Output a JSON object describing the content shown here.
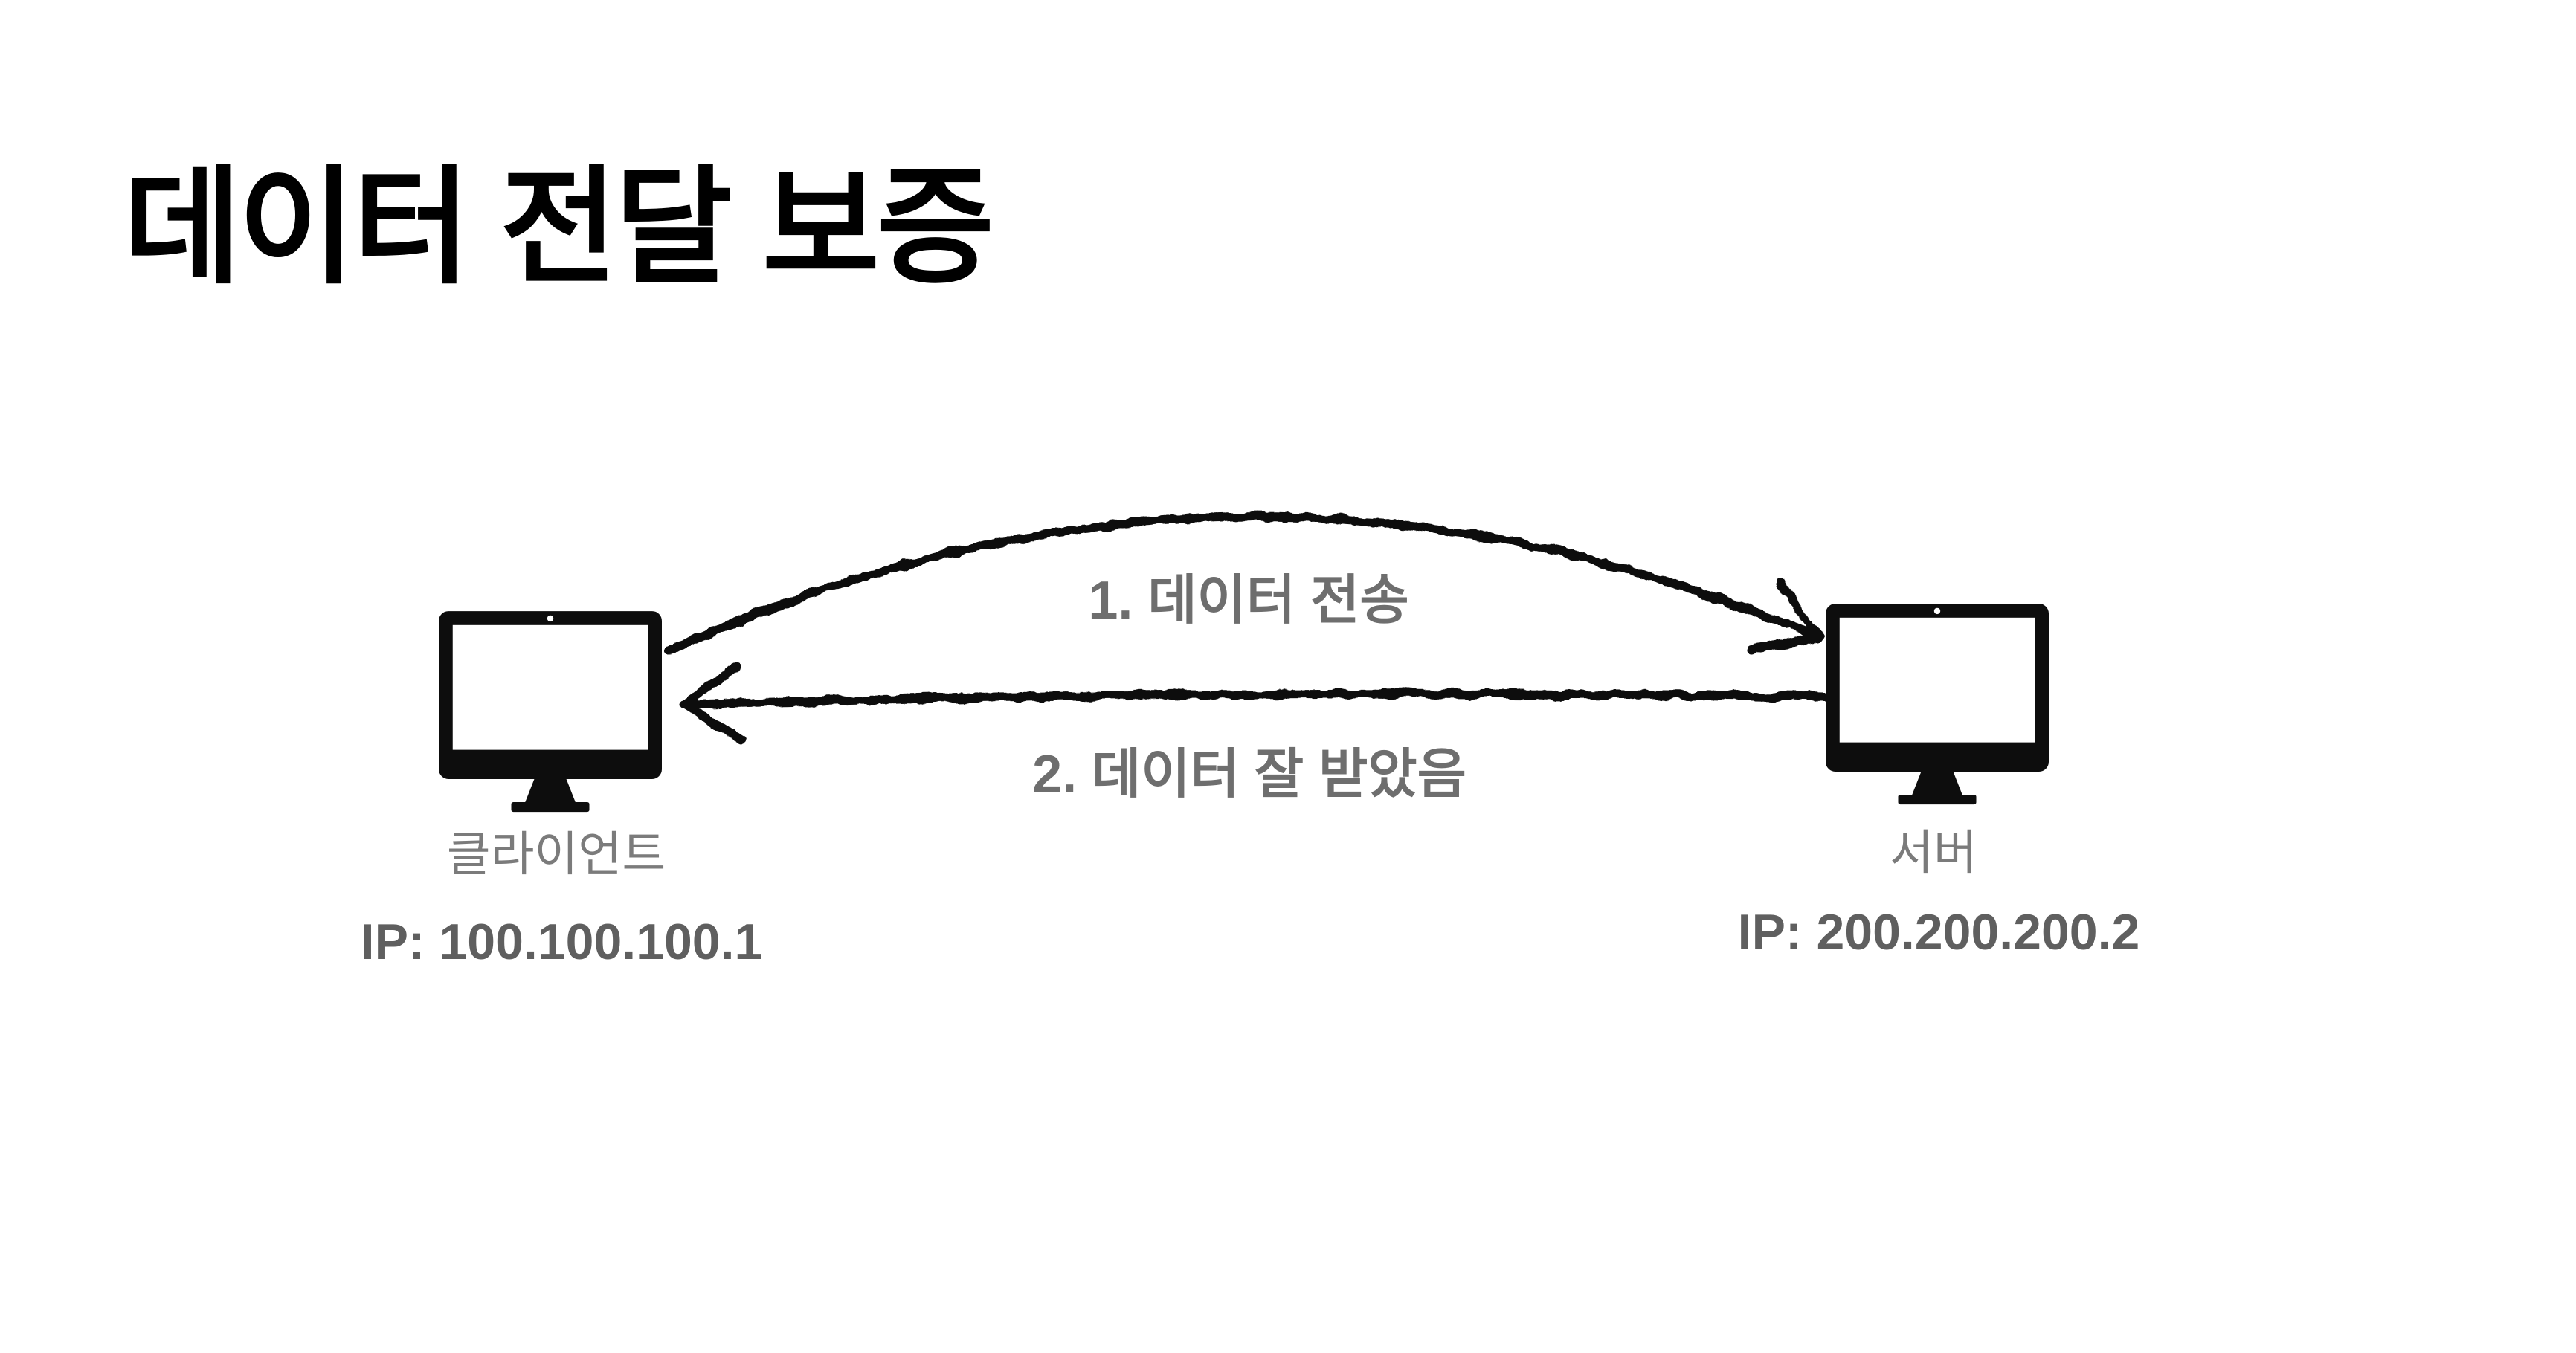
{
  "slide": {
    "title": "데이터 전달 보증",
    "background_color": "#ffffff"
  },
  "nodes": {
    "client": {
      "icon": "desktop-computer-icon",
      "label": "클라이언트",
      "ip": "IP: 100.100.100.1"
    },
    "server": {
      "icon": "desktop-computer-icon",
      "label": "서버",
      "ip": "IP: 200.200.200.2"
    }
  },
  "flows": [
    {
      "step": "1",
      "label": "1. 데이터 전송",
      "from": "client",
      "to": "server",
      "shape": "curved-hand-drawn-arrow"
    },
    {
      "step": "2",
      "label": "2. 데이터 잘 받았음",
      "from": "server",
      "to": "client",
      "shape": "straight-hand-drawn-arrow"
    }
  ],
  "colors": {
    "title": "#000000",
    "icon": "#0d0d0d",
    "arrow": "#111111",
    "flow_label": "#6e6e6e",
    "node_label": "#7b7b7b",
    "ip_label": "#5f5f5f",
    "background": "#ffffff"
  }
}
